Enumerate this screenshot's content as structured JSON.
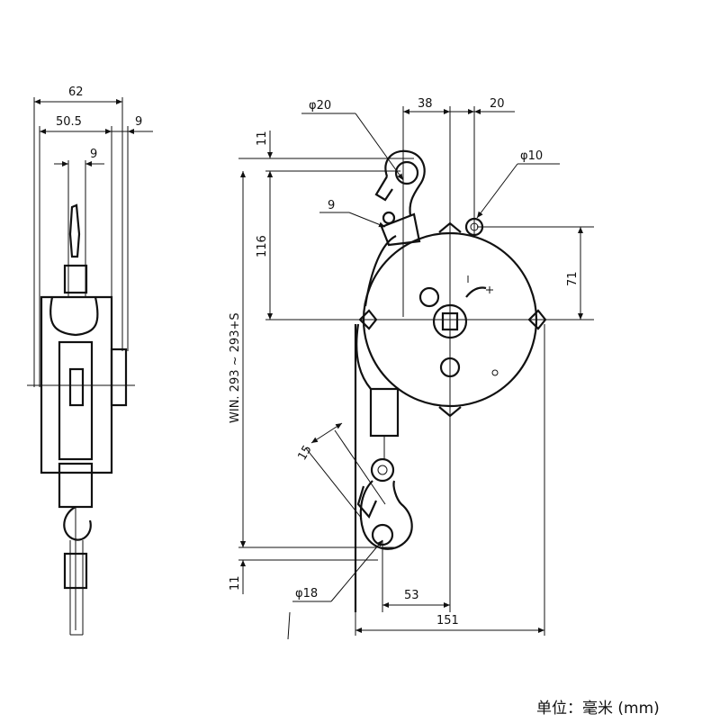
{
  "dimensions": {
    "side_width": "62",
    "side_body": "50.5",
    "side_right": "9",
    "side_shaft": "9",
    "hook_diameter_top": "φ20",
    "top_offset": "38",
    "right_offset": "20",
    "mount_hole": "φ10",
    "hook_gap_top": "11",
    "hook_height": "116",
    "hook_thickness": "9",
    "hole_to_center": "71",
    "working_length": "WIN. 293 ~ 293+S",
    "lower_hook_width": "15",
    "hook_gap_bottom": "11",
    "hook_diameter_bottom": "φ18",
    "bottom_offset": "53",
    "overall_width": "151"
  },
  "units_note": "单位：毫米 (mm)"
}
